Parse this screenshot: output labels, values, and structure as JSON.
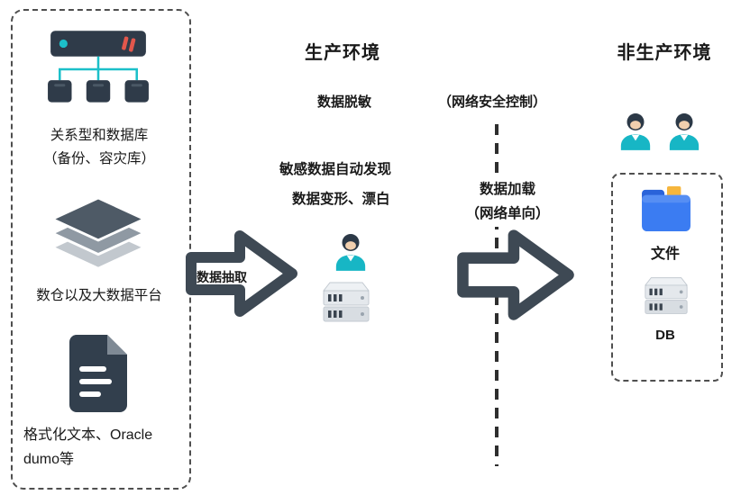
{
  "sources_panel": {
    "relational_db_line1": "关系型和数据库",
    "relational_db_line2": "（备份、容灾库）",
    "warehouse_label": "数仓以及大数据平台",
    "files_label": "格式化文本、Oracle dumo等"
  },
  "production": {
    "title": "生产环境",
    "data_masking": "数据脱敏",
    "network_security": "（网络安全控制）",
    "auto_discovery": "敏感数据自动发现",
    "transform_bleach": "数据变形、漂白",
    "extract_label": "数据抽取",
    "load_line1": "数据加载",
    "load_line2": "（网络单向）"
  },
  "non_production": {
    "title": "非生产环境",
    "file_label": "文件",
    "db_label": "DB"
  },
  "colors": {
    "icon_dark": "#2f3b49",
    "accent_teal": "#1cc0c9",
    "accent_red": "#e2574c",
    "arrow_dark": "#3e4954",
    "folder_blue": "#3b7cf2",
    "folder_tab_blue": "#2a63d9",
    "folder_yellow": "#f6b63d",
    "server_gray": "#dfe3e7",
    "dashed_border": "#4f4f4f"
  }
}
